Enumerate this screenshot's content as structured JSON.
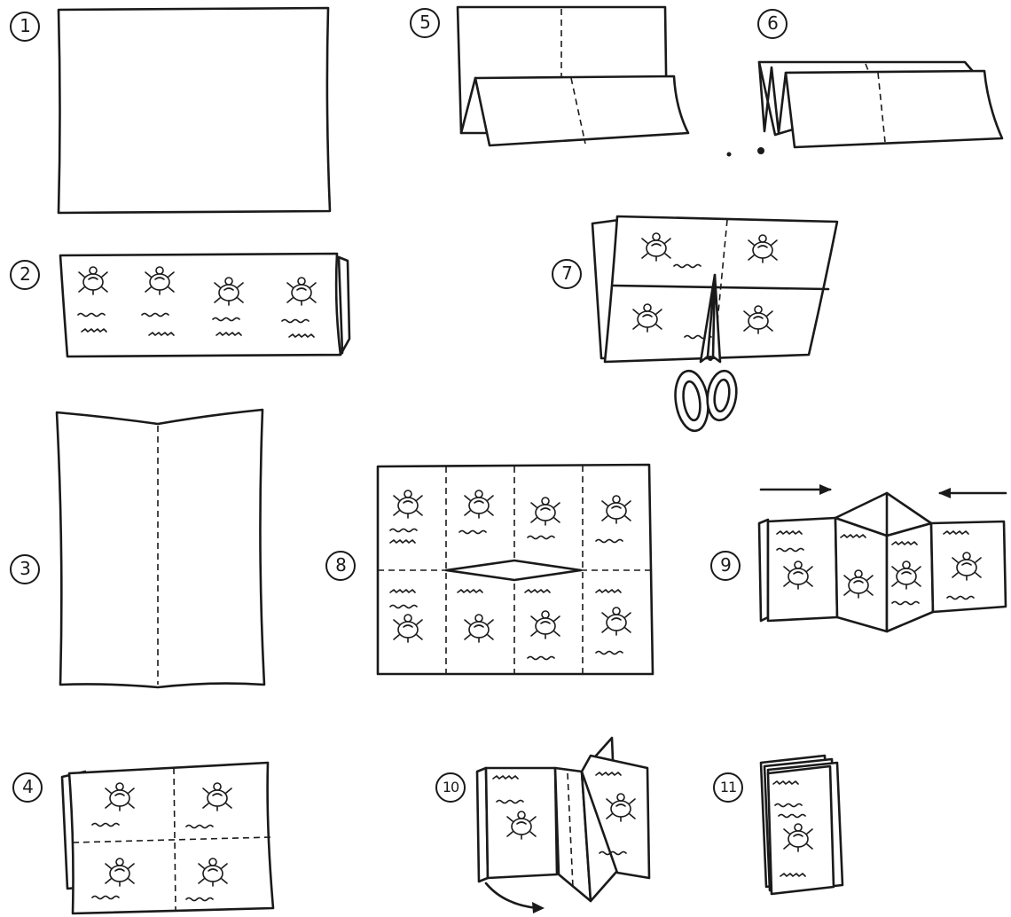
{
  "steps": [
    {
      "number": "1"
    },
    {
      "number": "2"
    },
    {
      "number": "3"
    },
    {
      "number": "4"
    },
    {
      "number": "5"
    },
    {
      "number": "6"
    },
    {
      "number": "7"
    },
    {
      "number": "8"
    },
    {
      "number": "9"
    },
    {
      "number": "10"
    },
    {
      "number": "11"
    }
  ],
  "icons": {
    "step_markers": "circled-number",
    "tool": "scissors-icon",
    "creature": "turtle-sketch-icon",
    "direction": "arrow-icon"
  },
  "colors": {
    "ink": "#1a1a1a",
    "paper": "#ffffff"
  }
}
